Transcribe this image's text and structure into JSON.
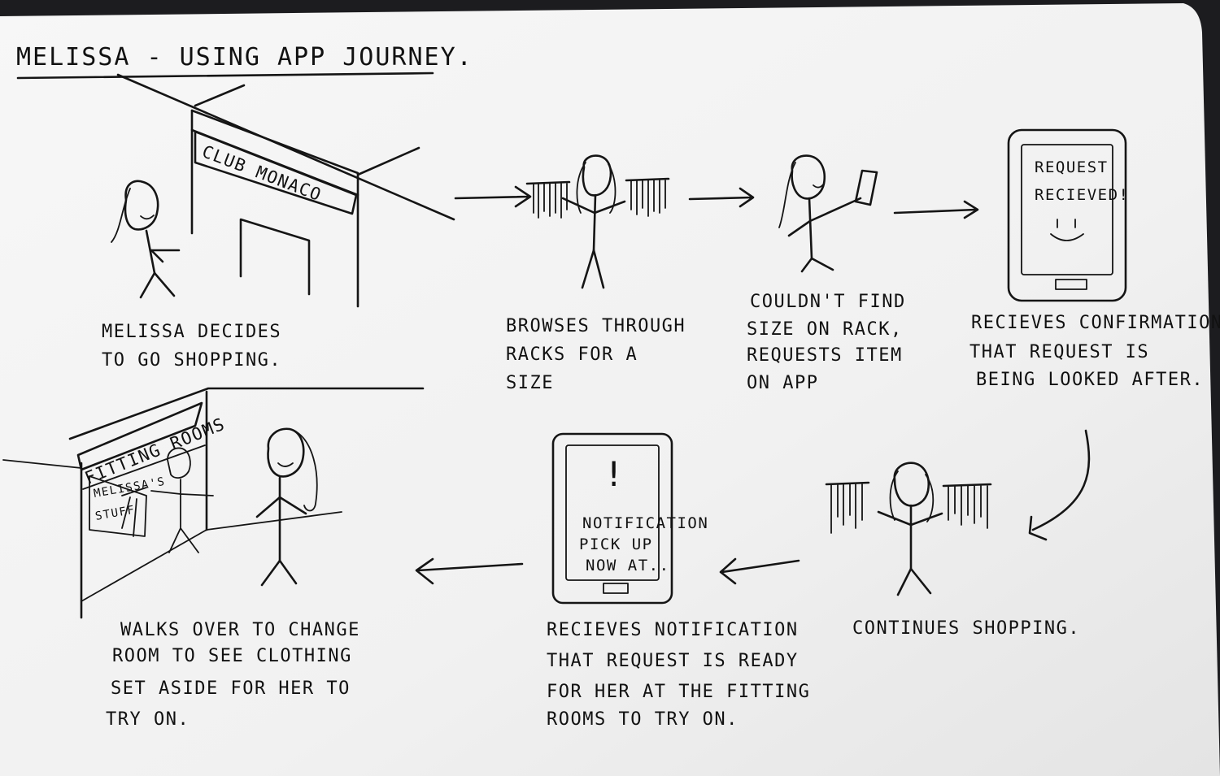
{
  "title": "MELISSA - USING APP JOURNEY.",
  "signs": {
    "store": "CLUB MONACO",
    "fitting_rooms": "FITTING ROOMS",
    "melissas_stuff": [
      "MELISSA'S",
      "STUFF"
    ]
  },
  "phones": {
    "confirmation": [
      "REQUEST",
      "RECIEVED!"
    ],
    "notification_symbol": "!",
    "notification": [
      "NOTIFICATION",
      "PICK UP",
      "NOW AT.."
    ]
  },
  "steps": [
    {
      "id": "decides",
      "caption": [
        "MELISSA DECIDES",
        "TO GO SHOPPING."
      ]
    },
    {
      "id": "browses",
      "caption": [
        "BROWSES THROUGH",
        "RACKS FOR A",
        "SIZE"
      ]
    },
    {
      "id": "requests",
      "caption": [
        "COULDN'T FIND",
        "SIZE ON RACK,",
        "REQUESTS ITEM",
        "ON APP"
      ]
    },
    {
      "id": "confirmation",
      "caption": [
        "RECIEVES CONFIRMATION",
        "THAT REQUEST IS",
        "BEING LOOKED AFTER."
      ]
    },
    {
      "id": "continues",
      "caption": [
        "CONTINUES SHOPPING."
      ]
    },
    {
      "id": "notification",
      "caption": [
        "RECIEVES NOTIFICATION",
        "THAT REQUEST IS READY",
        "FOR HER AT THE FITTING",
        "ROOMS TO TRY ON."
      ]
    },
    {
      "id": "walks",
      "caption": [
        "WALKS OVER TO CHANGE",
        "ROOM TO SEE CLOTHING",
        "SET ASIDE FOR HER TO",
        "TRY ON."
      ]
    }
  ]
}
